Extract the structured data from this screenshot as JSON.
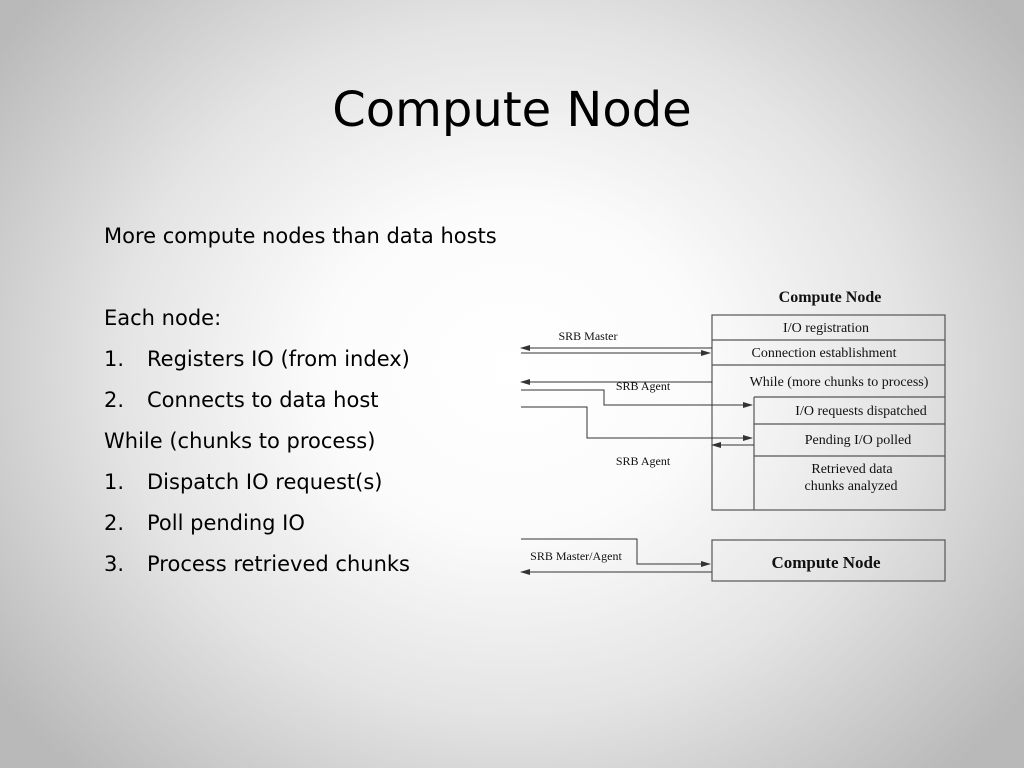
{
  "slide": {
    "title": "Compute Node"
  },
  "bullets": {
    "intro": "More compute nodes than data hosts",
    "each_node_label": "Each node:",
    "each_node_steps": [
      {
        "num": "1.",
        "text": "Registers IO (from index)"
      },
      {
        "num": "2.",
        "text": "Connects to data host"
      }
    ],
    "while_label": "While (chunks to process)",
    "while_steps": [
      {
        "num": "1.",
        "text": "Dispatch IO request(s)"
      },
      {
        "num": "2.",
        "text": "Poll pending IO"
      },
      {
        "num": "3.",
        "text": "Process retrieved chunks"
      }
    ]
  },
  "diagram": {
    "title": "Compute Node",
    "external_labels": {
      "srb_master": "SRB Master",
      "srb_agent_1": "SRB Agent",
      "srb_agent_2": "SRB Agent",
      "srb_master_agent": "SRB Master/Agent"
    },
    "rows": {
      "io_registration": "I/O registration",
      "connection_establishment": "Connection establishment",
      "while_loop": "While (more chunks to process)",
      "io_requests_dispatched": "I/O requests dispatched",
      "pending_io_polled": "Pending I/O polled",
      "retrieved_line1": "Retrieved data",
      "retrieved_line2": "chunks analyzed"
    },
    "legend_box": "Compute Node"
  }
}
